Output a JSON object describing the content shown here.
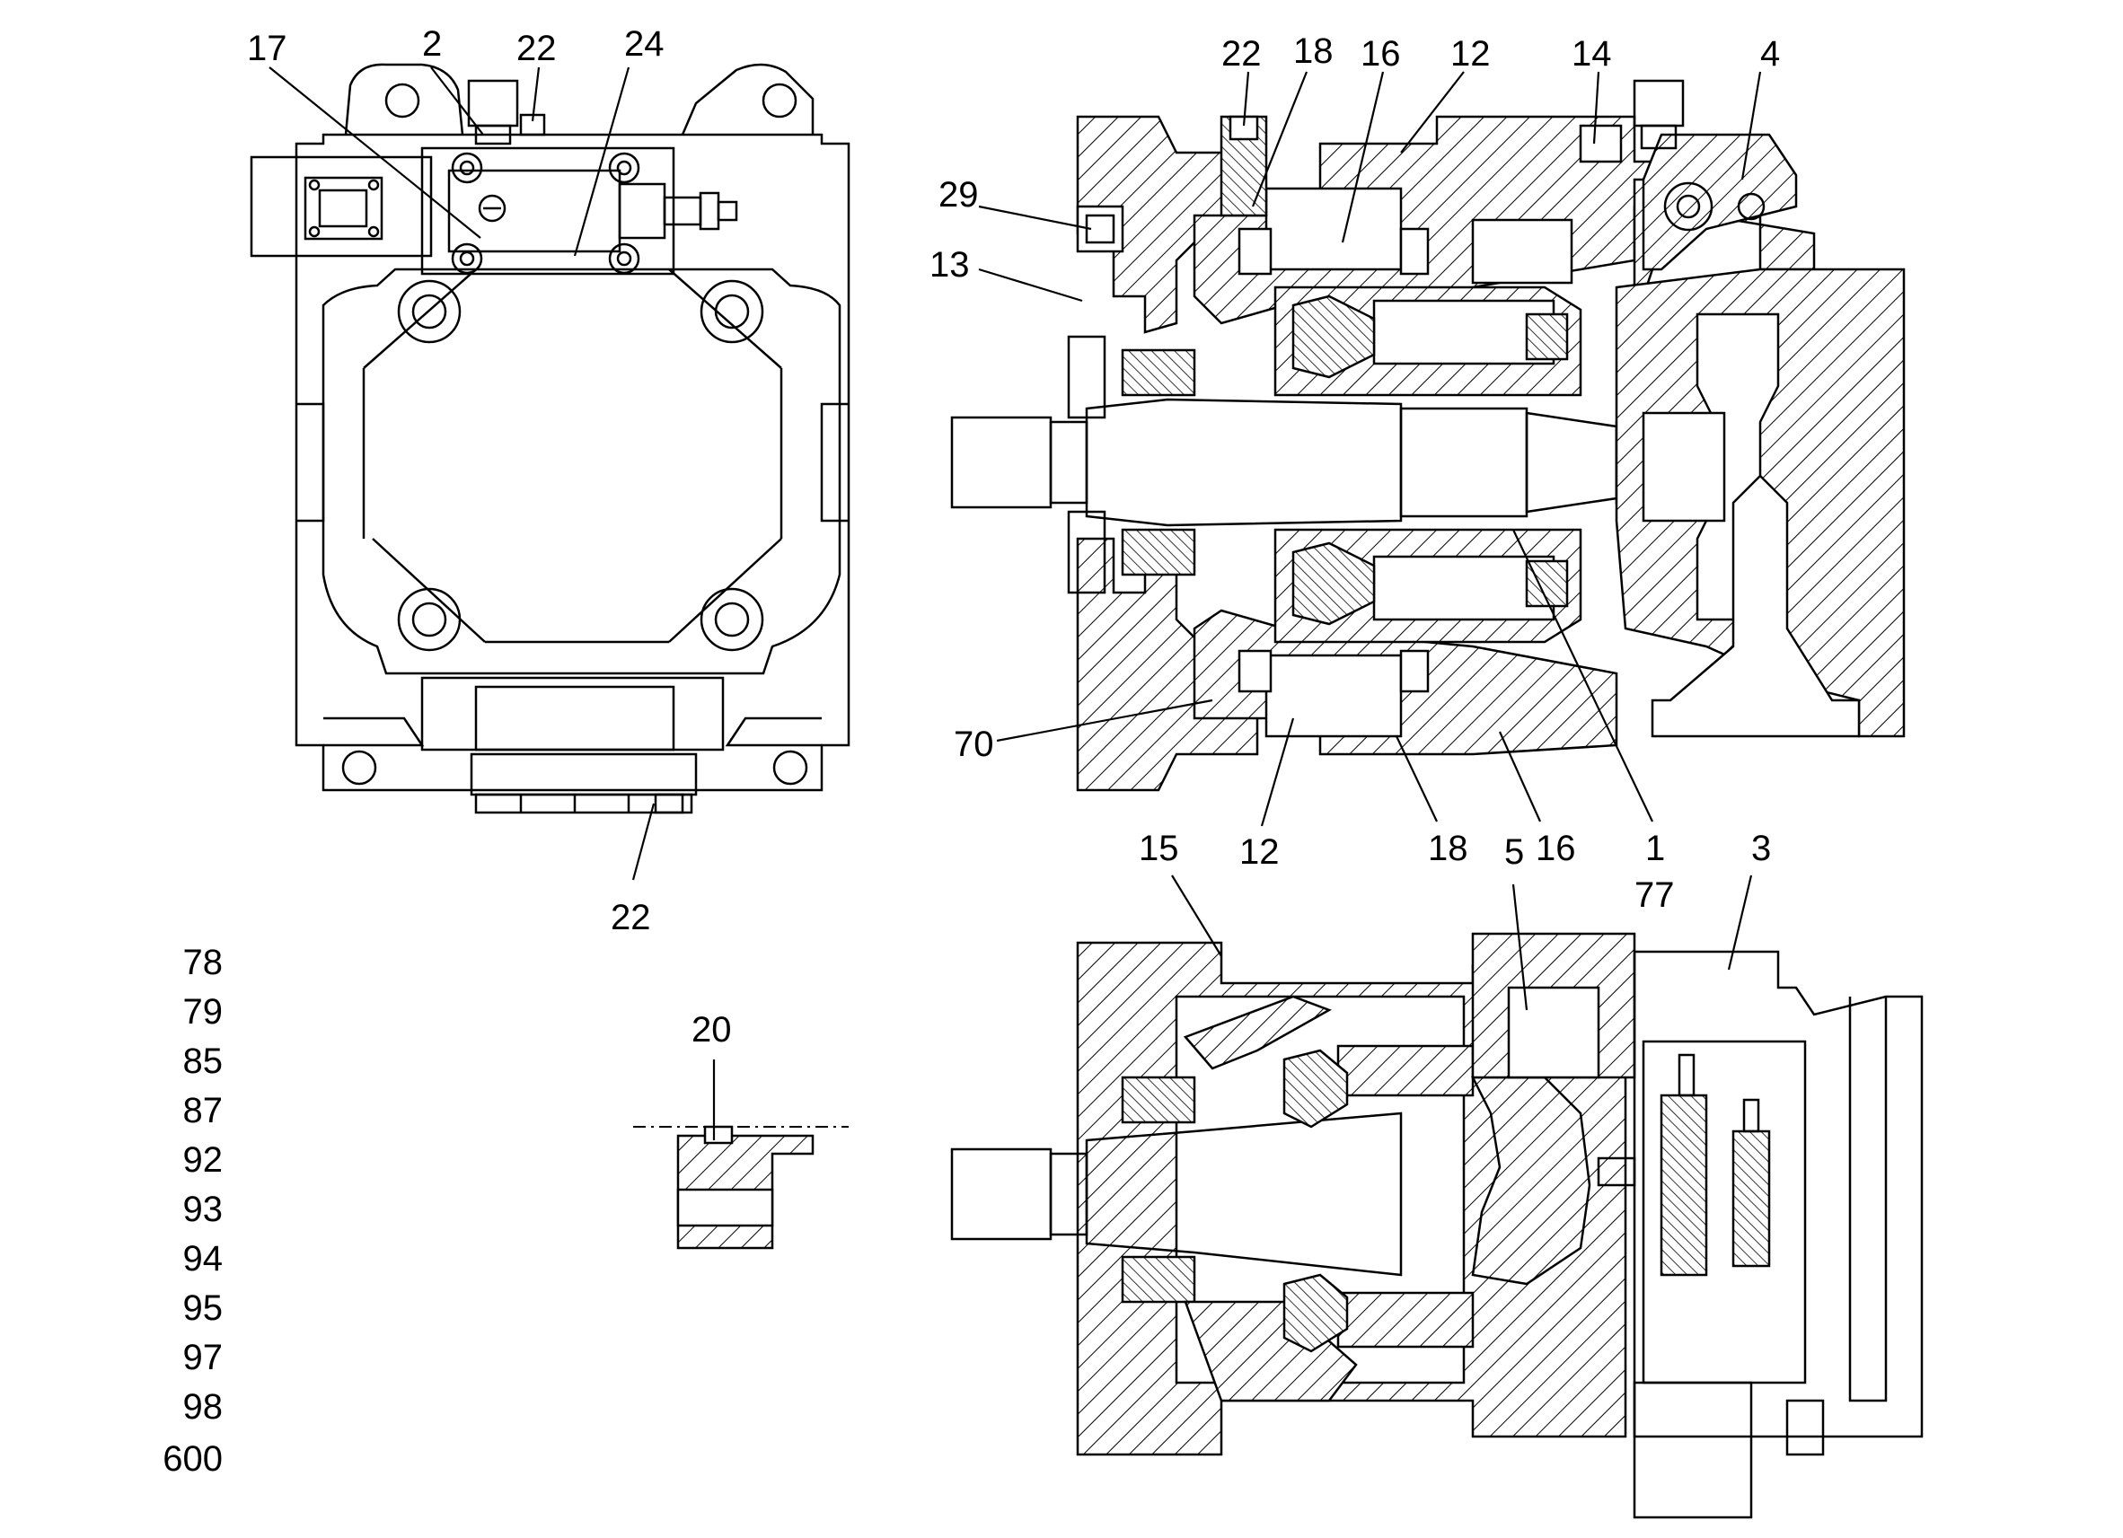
{
  "callouts": {
    "top_left_view": [
      "17",
      "2",
      "22",
      "24",
      "22"
    ],
    "top_right_view": [
      "22",
      "18",
      "16",
      "12",
      "14",
      "4",
      "29",
      "13",
      "70",
      "12",
      "18",
      "16",
      "1",
      "77"
    ],
    "bottom_right_view": [
      "15",
      "5",
      "3"
    ],
    "detail_view": [
      "20"
    ]
  },
  "part_list": [
    "78",
    "79",
    "85",
    "87",
    "92",
    "93",
    "94",
    "95",
    "97",
    "98",
    "600"
  ]
}
